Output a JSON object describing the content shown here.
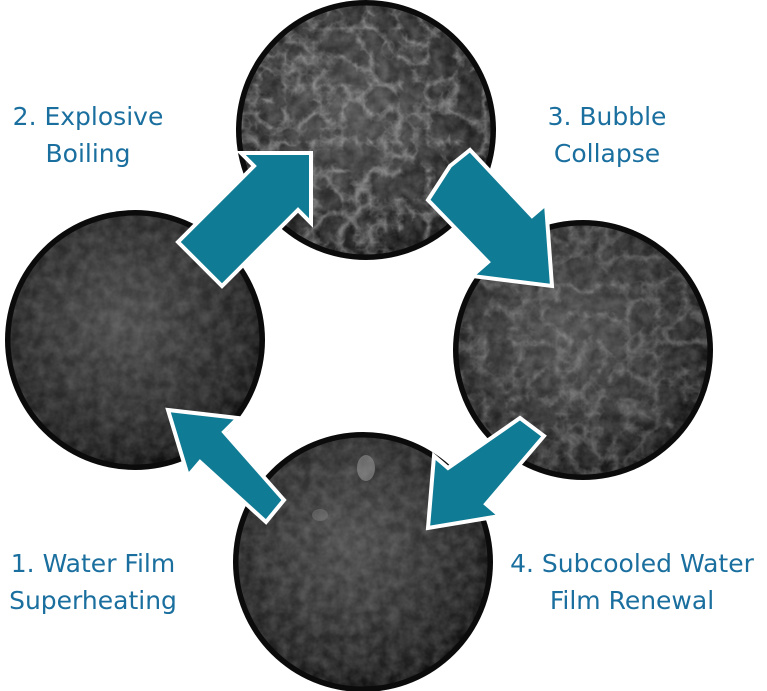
{
  "colors": {
    "label": "#1a6f9f",
    "arrow": "#0f7b94",
    "arrow_edge": "#ffffff",
    "circle_base": "#2c2c2c",
    "circle_rim": "#0d0d0d"
  },
  "stages": [
    {
      "line1": "1. Water Film",
      "line2": "Superheating",
      "image": "superheating-photo"
    },
    {
      "line1": "2. Explosive",
      "line2": "Boiling",
      "image": "explosive-boiling-photo"
    },
    {
      "line1": "3. Bubble",
      "line2": "Collapse",
      "image": "bubble-collapse-photo"
    },
    {
      "line1": "4. Subcooled Water",
      "line2": "Film Renewal",
      "image": "film-renewal-photo"
    }
  ]
}
